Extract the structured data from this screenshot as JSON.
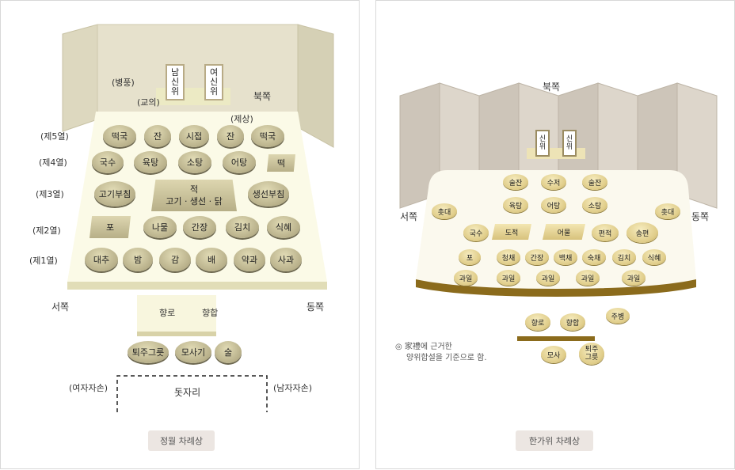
{
  "left": {
    "caption": "정월 차례상",
    "labels": {
      "screen": "(병풍)",
      "chair": "(교의)",
      "offering_table": "(제상)",
      "north": "북쪽",
      "west": "서쪽",
      "east": "동쪽",
      "row5": "(제5열)",
      "row4": "(제4열)",
      "row3": "(제3열)",
      "row2": "(제2열)",
      "row1": "(제1열)",
      "female_descendants": "(여자자손)",
      "male_descendants": "(남자자손)",
      "mat": "돗자리"
    },
    "tablets": [
      [
        "남",
        "신",
        "위"
      ],
      [
        "여",
        "신",
        "위"
      ]
    ],
    "row5": [
      "떡국",
      "잔",
      "시접",
      "잔",
      "떡국"
    ],
    "row4": [
      "국수",
      "육탕",
      "소탕",
      "어탕",
      "떡"
    ],
    "row3": {
      "left": "고기부침",
      "center_title": "적",
      "center_sub": "고기 · 생선 · 닭",
      "right": "생선부침"
    },
    "row2": [
      "포",
      "나물",
      "간장",
      "김치",
      "식혜"
    ],
    "row1": [
      "대추",
      "밤",
      "감",
      "배",
      "약과",
      "사과"
    ],
    "incense": [
      "향로",
      "향합"
    ],
    "bottom_items": [
      "퇴주그릇",
      "모사기",
      "술"
    ]
  },
  "right": {
    "caption": "한가위 차례상",
    "labels": {
      "north": "북쪽",
      "west": "서쪽",
      "east": "동쪽"
    },
    "note": {
      "line1": "◎ 家禮에 근거한",
      "line2": "양위합설을 기준으로 함."
    },
    "tablets": [
      [
        "신",
        "위"
      ],
      [
        "신",
        "위"
      ]
    ],
    "row_top": [
      "술잔",
      "수저",
      "술잔"
    ],
    "candle": "촛대",
    "row_soup": [
      "육탕",
      "어탕",
      "소탕"
    ],
    "row3": [
      "국수",
      "도적",
      "어물",
      "편적",
      "송편"
    ],
    "row2": [
      "포",
      "청채",
      "간장",
      "백채",
      "숙채",
      "김치",
      "식혜"
    ],
    "row1": [
      "과일",
      "과일",
      "과일",
      "과일",
      "과일"
    ],
    "incense": [
      "향로",
      "향합"
    ],
    "wine_bottle": "주병",
    "bottom": [
      "모사"
    ],
    "waste_bowl": [
      "퇴주",
      "그릇"
    ]
  }
}
